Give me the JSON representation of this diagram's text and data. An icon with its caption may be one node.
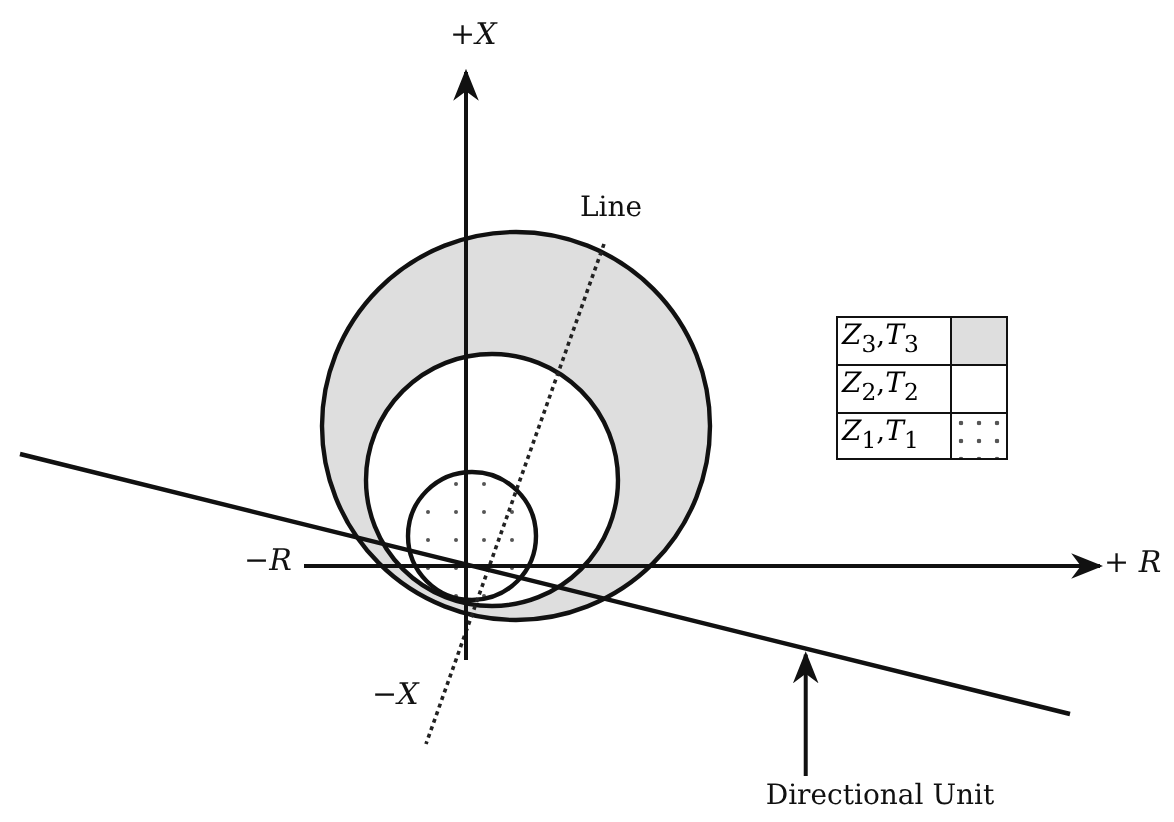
{
  "diagram": {
    "nodes": [
      {
        "text": [
          "Directional Unit"
        ]
      },
      {
        "text": [],
        "shape": "line"
      }
    ],
    "edges": [
      {
        "from": 0,
        "to": 1,
        "arrow": "to"
      }
    ],
    "labels": [
      "+*X*",
      "Line",
      "−*R*",
      "+ *R*",
      "−*X*"
    ],
    "legend": [
      {
        "text": "*Z*$_{3}$,*T*$_{3}$",
        "color": "#dedede"
      },
      {
        "text": "*Z*$_{2}$,*T*$_{2}$",
        "color": "#ffffff"
      },
      {
        "text": "*Z*$_{1}$,*T*$_{1}$"
      }
    ]
  }
}
